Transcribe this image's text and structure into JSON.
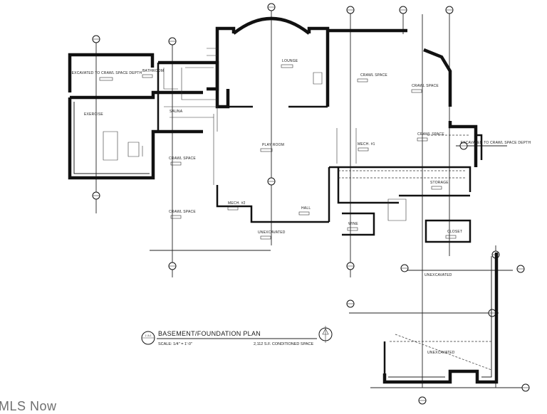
{
  "sheet": {
    "title": "BASEMENT/FOUNDATION PLAN",
    "scale": "SCALE: 1/4\" = 1'-0\"",
    "conditioned_space": "2,112 S.F. CONDITIONED SPACE",
    "title_tag": "1 / A-1"
  },
  "rooms": {
    "excavated_left": "EXCAVATED TO CRAWL SPACE DEPTH",
    "bathroom": "BATHROOM",
    "exercise": "EXERCISE",
    "sauna": "SAUNA",
    "lounge": "LOUNGE",
    "crawl_space_top": "CRAWL SPACE",
    "crawl_space_right": "CRAWL SPACE",
    "crawl_space_right2": "CRAWL SPACE",
    "crawl_space_left1": "CRAWL SPACE",
    "crawl_space_left2": "CRAWL SPACE",
    "excavated_right": "EXCAVATED TO CRAWL SPACE DEPTH",
    "play_room": "PLAY ROOM",
    "mech1": "MECH. #1",
    "storage": "STORAGE",
    "mech2": "MECH. #2",
    "hall": "HALL",
    "wine": "WINE",
    "closet": "CLOSET",
    "unexcavated_mid": "UNEXCAVATED",
    "unexcavated_right": "UNEXCAVATED",
    "unexcavated_bottom": "UNEXCAVATED"
  },
  "watermark": "MLS Now"
}
